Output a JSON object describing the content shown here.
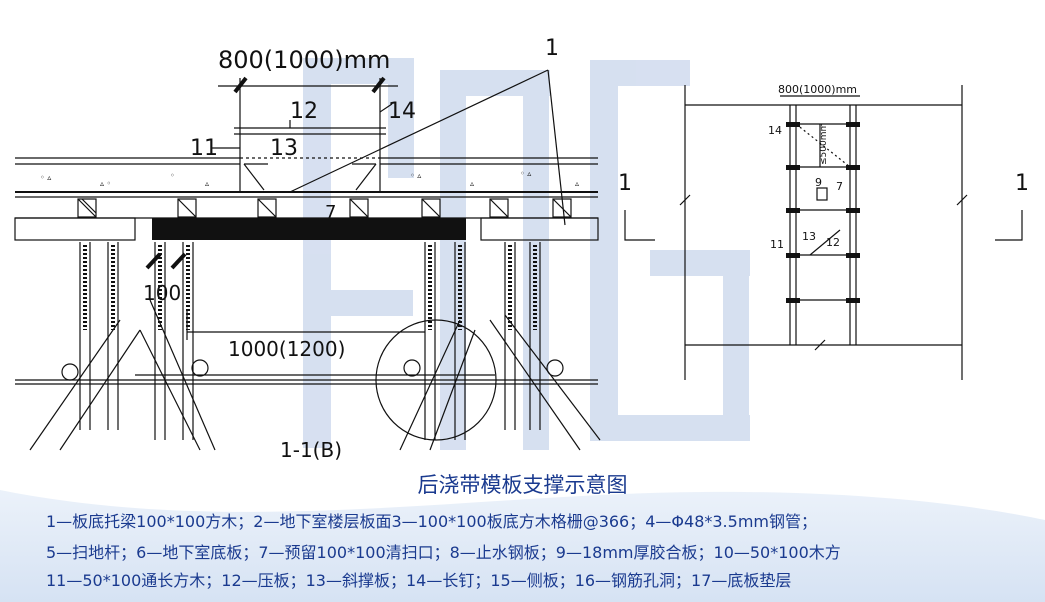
{
  "title": "后浇带模板支撑示意图",
  "left_view": {
    "span_dim": "800(1000)mm",
    "support_dim": "1000(1200)",
    "small_dim": "100",
    "callout_1": "1",
    "callout_7": "7",
    "callout_11": "11",
    "callout_12": "12",
    "callout_13": "13",
    "callout_14": "14",
    "detail_circle_label": "1-1(B)"
  },
  "right_view": {
    "span_dim": "800(1000)mm",
    "spacing_dim": "≤500mm",
    "section_left": "1",
    "section_right": "1",
    "callout_14": "14",
    "callout_9": "9",
    "callout_7": "7",
    "callout_11": "11",
    "callout_13": "13",
    "callout_12": "12"
  },
  "legend": {
    "line1": "1—板底托梁100*100方木；2—地下室楼层板面3—100*100板底方木格栅@366；4—Φ48*3.5mm钢管；",
    "line2": "5—扫地杆；6—地下室底板；7—预留100*100清扫口；8—止水钢板；9—18mm厚胶合板；10—50*100木方",
    "line3": "11—50*100通长方木；12—压板；13—斜撑板；14—长钉；15—侧板；16—钢筋孔洞；17—底板垫层"
  },
  "colors": {
    "line": "#111111",
    "caption": "#1a3a8f",
    "watermark": "#c9d6ec",
    "wave": "#d7e4f5"
  }
}
